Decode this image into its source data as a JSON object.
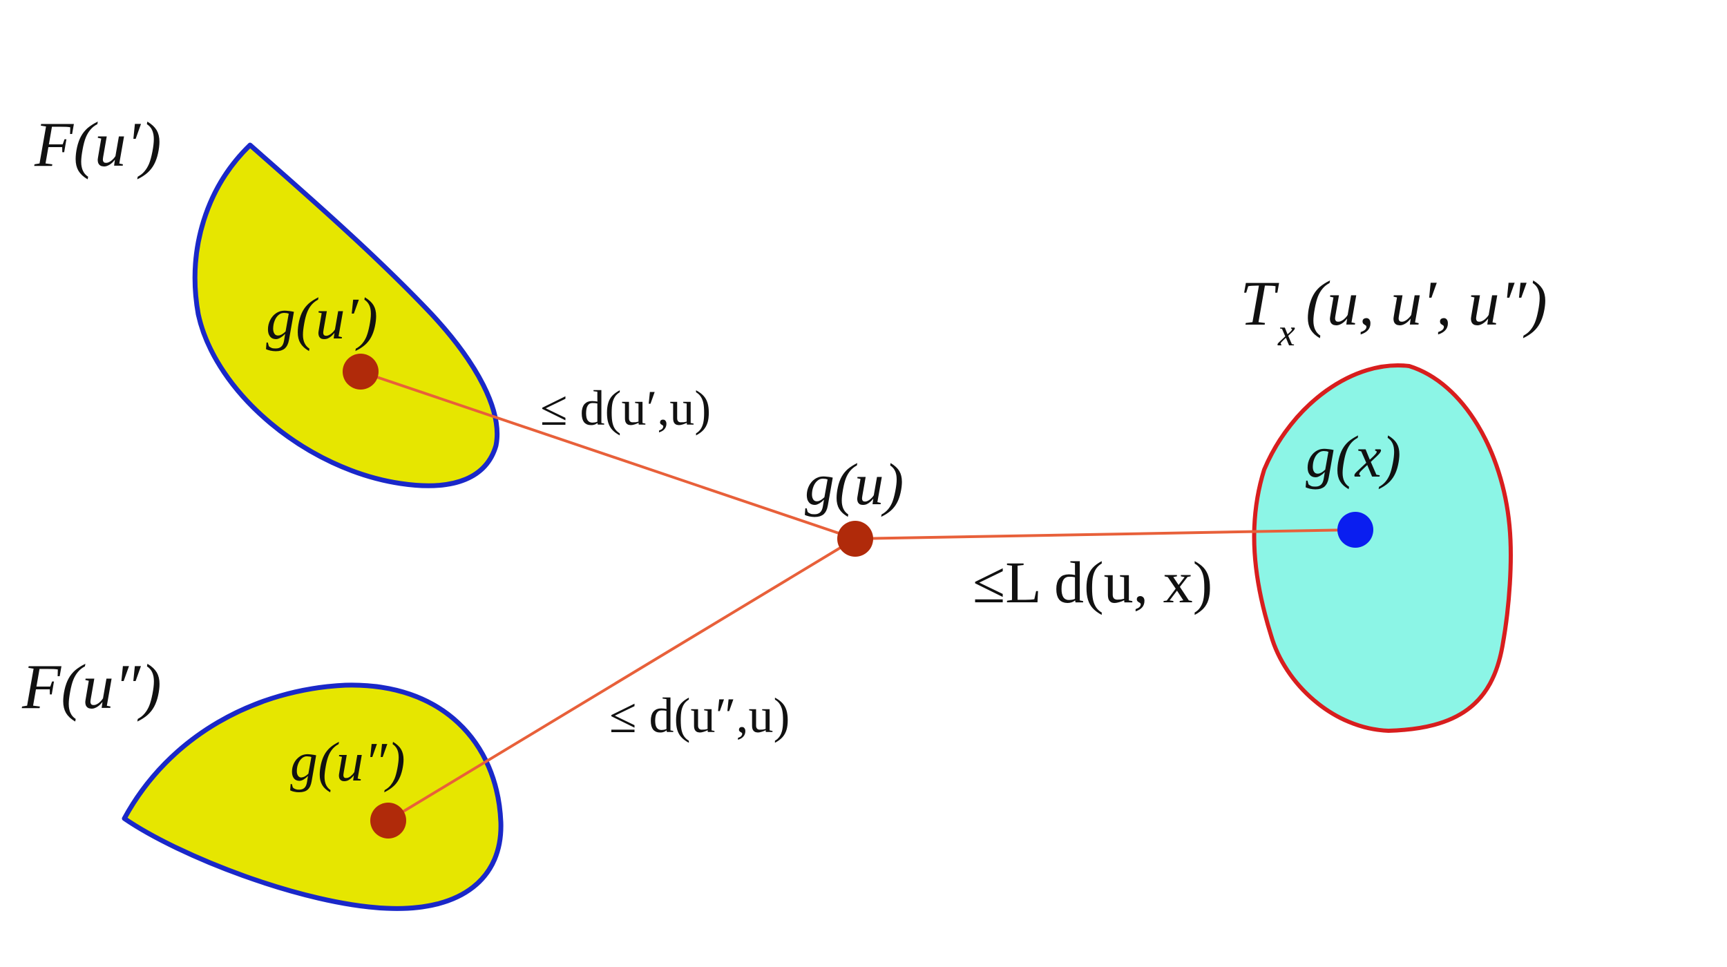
{
  "labels": {
    "set_F_u_prime": "F(u′)",
    "set_F_u_double_prime": "F(u″)",
    "set_T_x_main": "T",
    "set_T_x_sub": "x",
    "set_T_x_args": "(u, u′, u″)",
    "point_g_u": "g(u)",
    "point_g_u_prime": "g(u′)",
    "point_g_u_double_prime": "g(u″)",
    "point_g_x": "g(x)",
    "bound_upper": "≤ d(u′,u)",
    "bound_lower": "≤ d(u″,u)",
    "bound_right": "≤L d(u, x)"
  },
  "colors": {
    "yellow_fill": "#e6e600",
    "yellow_border": "#1a28c8",
    "cyan_fill": "#8cf5e6",
    "cyan_border": "#d81e1e",
    "red_point": "#b02a0a",
    "blue_point": "#0a1ef0",
    "line": "#e8603a"
  }
}
